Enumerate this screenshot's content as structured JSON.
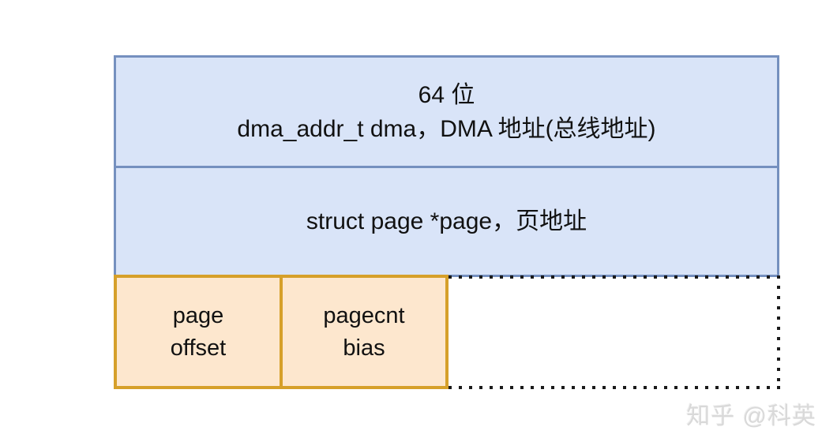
{
  "diagram": {
    "row_64bit": {
      "line1": "64 位",
      "line2": "dma_addr_t dma，DMA 地址(总线地址)"
    },
    "row_page": {
      "label": "struct page *page，页地址"
    },
    "row_fields": {
      "cells": [
        {
          "line1": "page",
          "line2": "offset"
        },
        {
          "line1": "pagecnt",
          "line2": "bias"
        }
      ]
    },
    "colors": {
      "blue_fill": "#d9e4f8",
      "blue_border": "#7590bf",
      "orange_fill": "#fde7ce",
      "orange_border": "#d6a02a",
      "dotted_line": "#1a1a1a"
    }
  },
  "watermark": {
    "text": "知乎 @科英",
    "color": "#d9d9d9"
  }
}
